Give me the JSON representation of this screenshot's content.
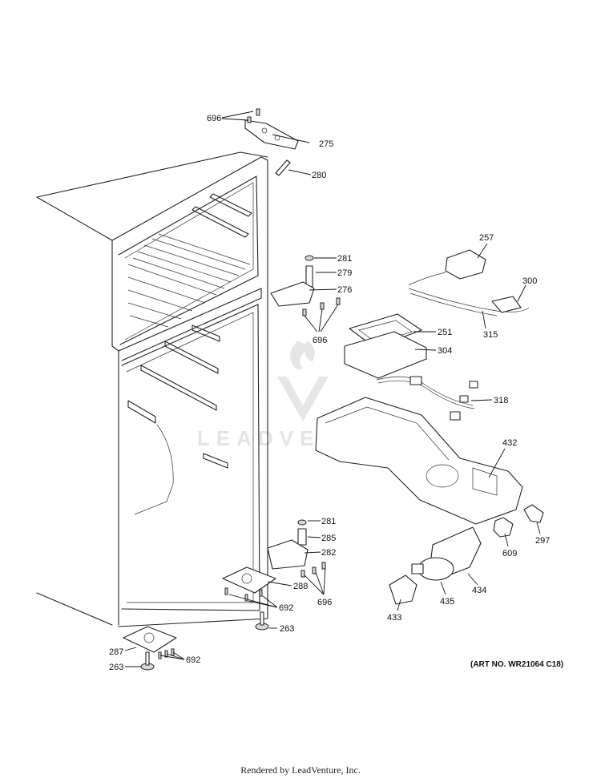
{
  "watermark": {
    "brand": "LEADVENTURE"
  },
  "callouts": [
    {
      "id": "c696a",
      "text": "696"
    },
    {
      "id": "c275",
      "text": "275"
    },
    {
      "id": "c280",
      "text": "280"
    },
    {
      "id": "c281a",
      "text": "281"
    },
    {
      "id": "c279",
      "text": "279"
    },
    {
      "id": "c276",
      "text": "276"
    },
    {
      "id": "c696b",
      "text": "696"
    },
    {
      "id": "c257",
      "text": "257"
    },
    {
      "id": "c300",
      "text": "300"
    },
    {
      "id": "c315",
      "text": "315"
    },
    {
      "id": "c251",
      "text": "251"
    },
    {
      "id": "c304",
      "text": "304"
    },
    {
      "id": "c318",
      "text": "318"
    },
    {
      "id": "c432",
      "text": "432"
    },
    {
      "id": "c281b",
      "text": "281"
    },
    {
      "id": "c285",
      "text": "285"
    },
    {
      "id": "c282",
      "text": "282"
    },
    {
      "id": "c288",
      "text": "288"
    },
    {
      "id": "c692a",
      "text": "692"
    },
    {
      "id": "c696c",
      "text": "696"
    },
    {
      "id": "c263a",
      "text": "263"
    },
    {
      "id": "c287",
      "text": "287"
    },
    {
      "id": "c263b",
      "text": "263"
    },
    {
      "id": "c692b",
      "text": "692"
    },
    {
      "id": "c609",
      "text": "609"
    },
    {
      "id": "c297",
      "text": "297"
    },
    {
      "id": "c434",
      "text": "434"
    },
    {
      "id": "c435",
      "text": "435"
    },
    {
      "id": "c433",
      "text": "433"
    }
  ],
  "art_number": "(ART NO. WR21064 C18)",
  "footer": "Rendered by LeadVenture, Inc."
}
